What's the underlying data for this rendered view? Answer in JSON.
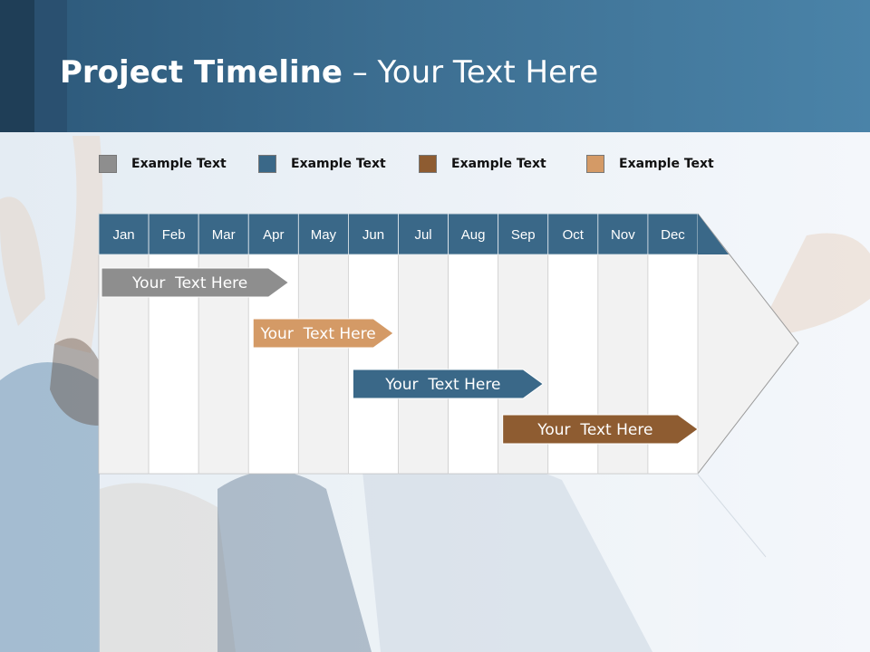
{
  "slide": {
    "title_bold": "Project Timeline",
    "title_rest": " – Your Text Here"
  },
  "legend": [
    {
      "label": "Example Text",
      "color": "#8e8e8e"
    },
    {
      "label": "Example Text",
      "color": "#3a6888"
    },
    {
      "label": "Example Text",
      "color": "#8e5c31"
    },
    {
      "label": "Example Text",
      "color": "#d49a66"
    }
  ],
  "timeline": {
    "months": [
      "Jan",
      "Feb",
      "Mar",
      "Apr",
      "May",
      "Jun",
      "Jul",
      "Aug",
      "Sep",
      "Oct",
      "Nov",
      "Dec"
    ],
    "header_color": "#3a6888",
    "bars": [
      {
        "label": "Your  Text Here",
        "start_month": 0,
        "end_month": 3.8,
        "color": "#8e8e8e"
      },
      {
        "label": "Your  Text Here",
        "start_month": 3.0,
        "end_month": 5.9,
        "color": "#d49a66"
      },
      {
        "label": "Your  Text Here",
        "start_month": 5.0,
        "end_month": 8.9,
        "color": "#3a6888"
      },
      {
        "label": "Your  Text Here",
        "start_month": 8.0,
        "end_month": 12.0,
        "color": "#8e5c31"
      }
    ]
  }
}
